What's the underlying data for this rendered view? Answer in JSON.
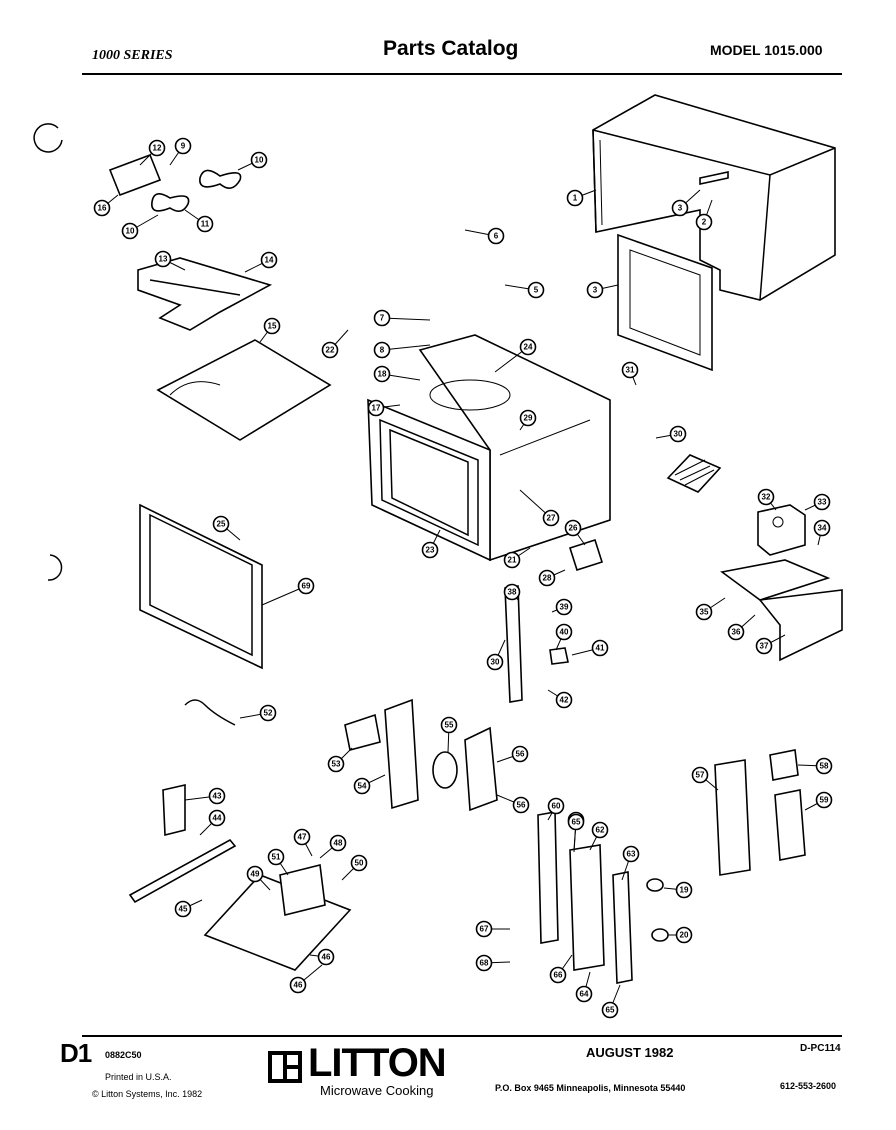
{
  "header": {
    "series": "1000 SERIES",
    "title": "Parts Catalog",
    "model": "MODEL 1015.000"
  },
  "footer": {
    "sheet": "D1",
    "code": "0882C50",
    "printed": "Printed in U.S.A.",
    "copyright": "© Litton Systems, Inc. 1982",
    "logo_word": "LITTON",
    "logo_subtitle": "Microwave Cooking",
    "date": "AUGUST 1982",
    "doc_number": "D-PC114",
    "address": "P.O. Box 9465 Minneapolis, Minnesota 55440",
    "phone": "612-553-2600"
  },
  "callouts": [
    "1",
    "2",
    "3",
    "3",
    "5",
    "6",
    "7",
    "8",
    "9",
    "10",
    "10",
    "11",
    "12",
    "13",
    "14",
    "15",
    "16",
    "17",
    "18",
    "19",
    "20",
    "21",
    "22",
    "23",
    "24",
    "25",
    "26",
    "27",
    "28",
    "29",
    "30",
    "30",
    "31",
    "32",
    "33",
    "34",
    "35",
    "36",
    "37",
    "38",
    "39",
    "40",
    "41",
    "42",
    "43",
    "44",
    "45",
    "46",
    "46",
    "47",
    "48",
    "49",
    "50",
    "51",
    "52",
    "53",
    "54",
    "55",
    "56",
    "56",
    "57",
    "58",
    "59",
    "60",
    "61",
    "62",
    "63",
    "64",
    "65",
    "65",
    "66",
    "67",
    "68",
    "69"
  ]
}
